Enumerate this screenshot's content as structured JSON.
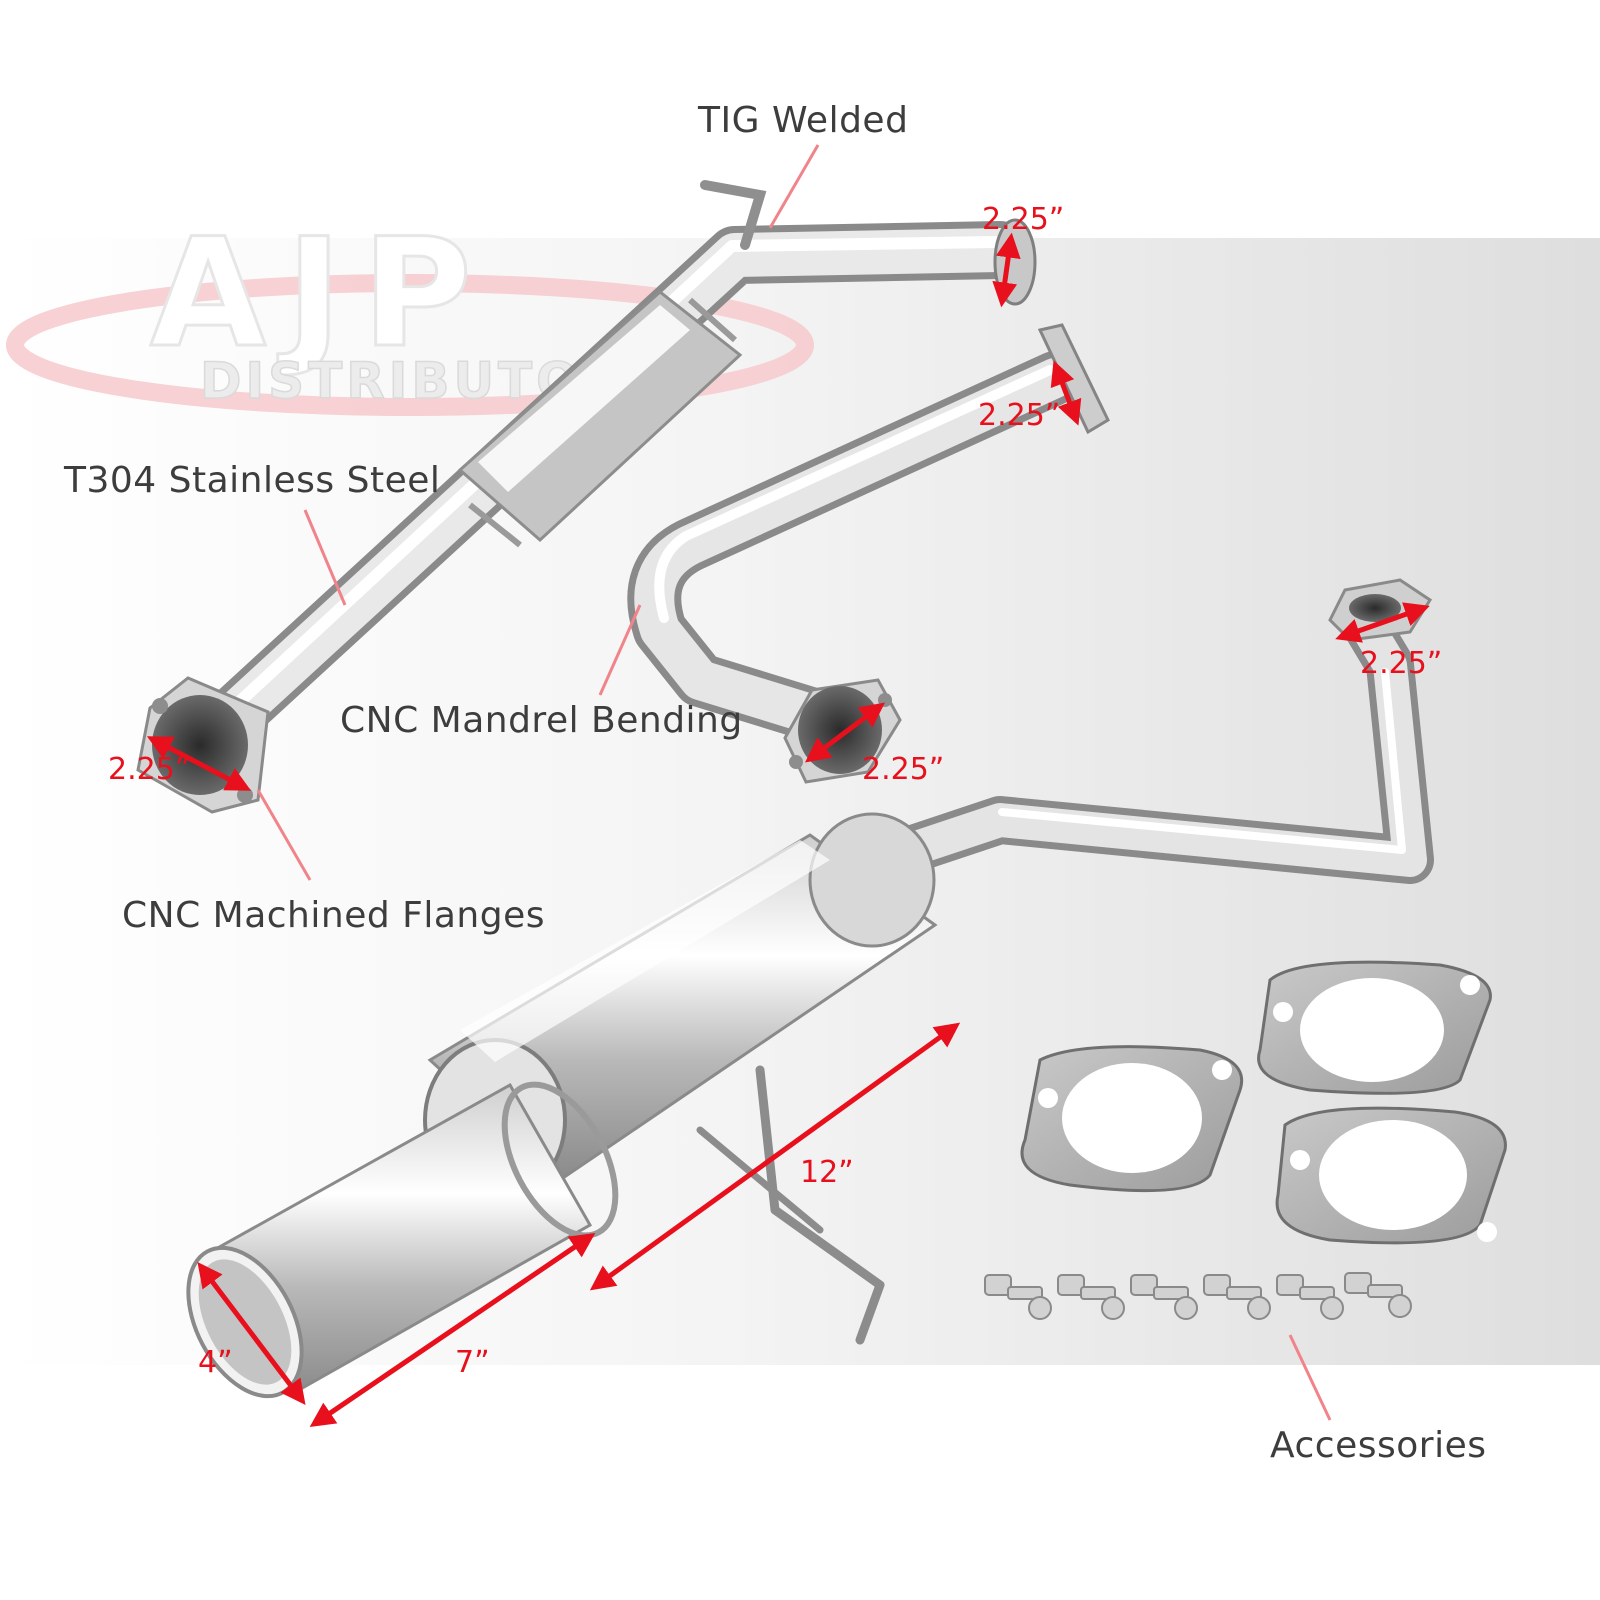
{
  "watermark": {
    "logo_text": "AJP",
    "sub_text": "DISTRIBUTORS"
  },
  "callouts": {
    "tig_welded": "TIG Welded",
    "stainless": "T304 Stainless Steel",
    "mandrel": "CNC Mandrel Bending",
    "flanges": "CNC Machined Flanges",
    "accessories": "Accessories"
  },
  "dimensions": {
    "mid_pipe_outlet": "2.25”",
    "front_pipe_outlet": "2.25”",
    "mid_pipe_inlet": "2.25”",
    "front_pipe_inlet": "2.25”",
    "rear_pipe_inlet": "2.25”",
    "muffler_body": "12”",
    "tip_length": "7”",
    "tip_diameter": "4”"
  },
  "colors": {
    "dimension_red": "#e8101c",
    "leader_pink": "#f0848a",
    "label_gray": "#3d3d3d",
    "watermark_red": "#f6c9cb"
  }
}
